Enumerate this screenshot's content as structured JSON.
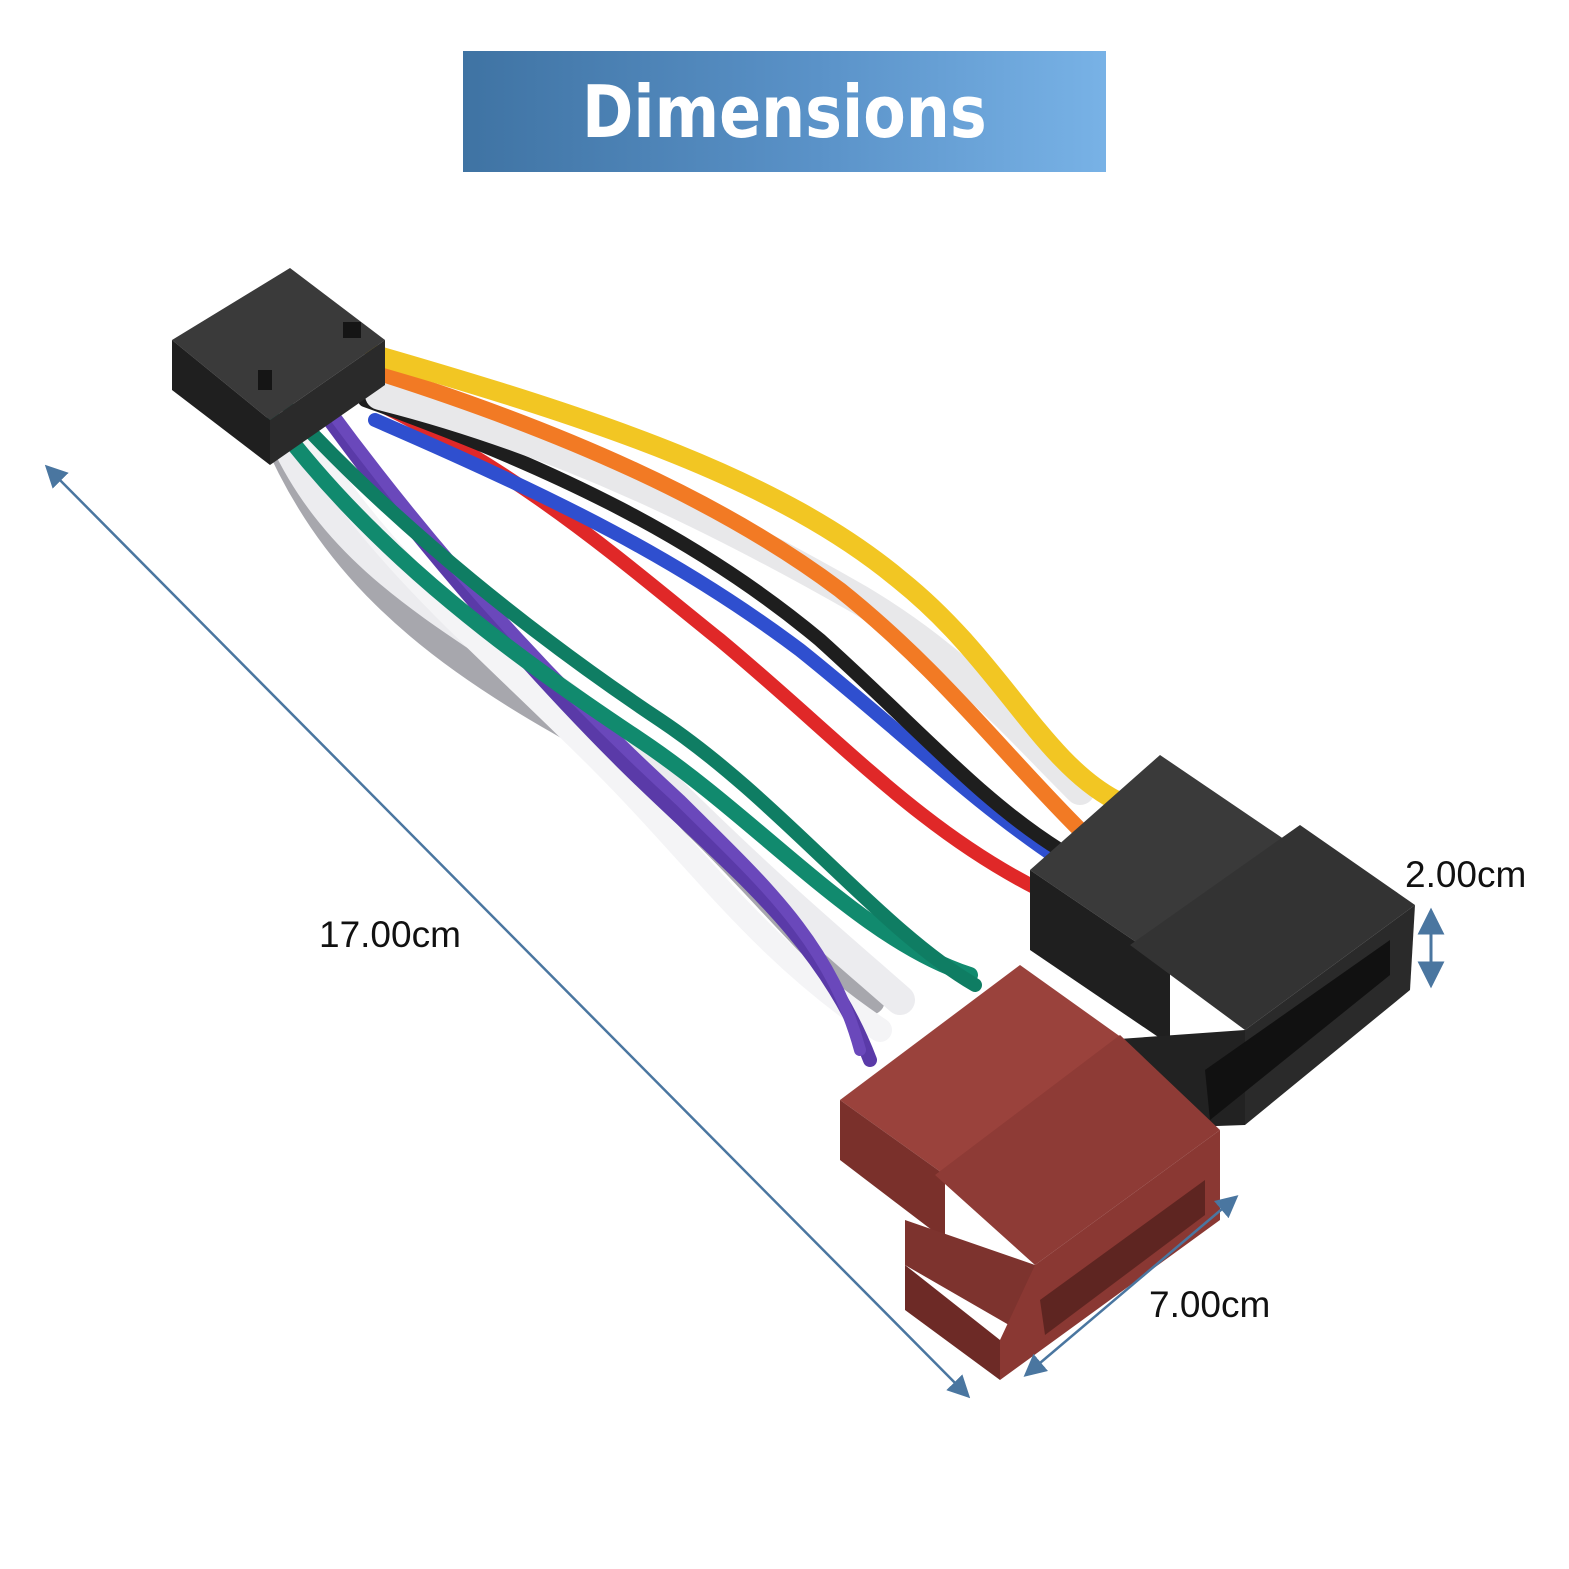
{
  "banner": {
    "title": "Dimensions"
  },
  "dimensions": {
    "length": "17.00cm",
    "width": "7.00cm",
    "height": "2.00cm"
  },
  "colors": {
    "banner_start": "#3f73a3",
    "banner_end": "#78b2e6",
    "arrow": "#4a76a0",
    "connector_black": "#2b2b2b",
    "connector_red": "#8e3b36",
    "wire_yellow": "#f2c623",
    "wire_orange": "#f27a24",
    "wire_white": "#e8e8ea",
    "wire_black": "#1e1e1e",
    "wire_blue": "#2f4fcf",
    "wire_red": "#e02828",
    "wire_green": "#118a6e",
    "wire_purple": "#5a3aa8",
    "wire_gray": "#a7a7ad"
  },
  "product": "wiring-harness-adapter"
}
